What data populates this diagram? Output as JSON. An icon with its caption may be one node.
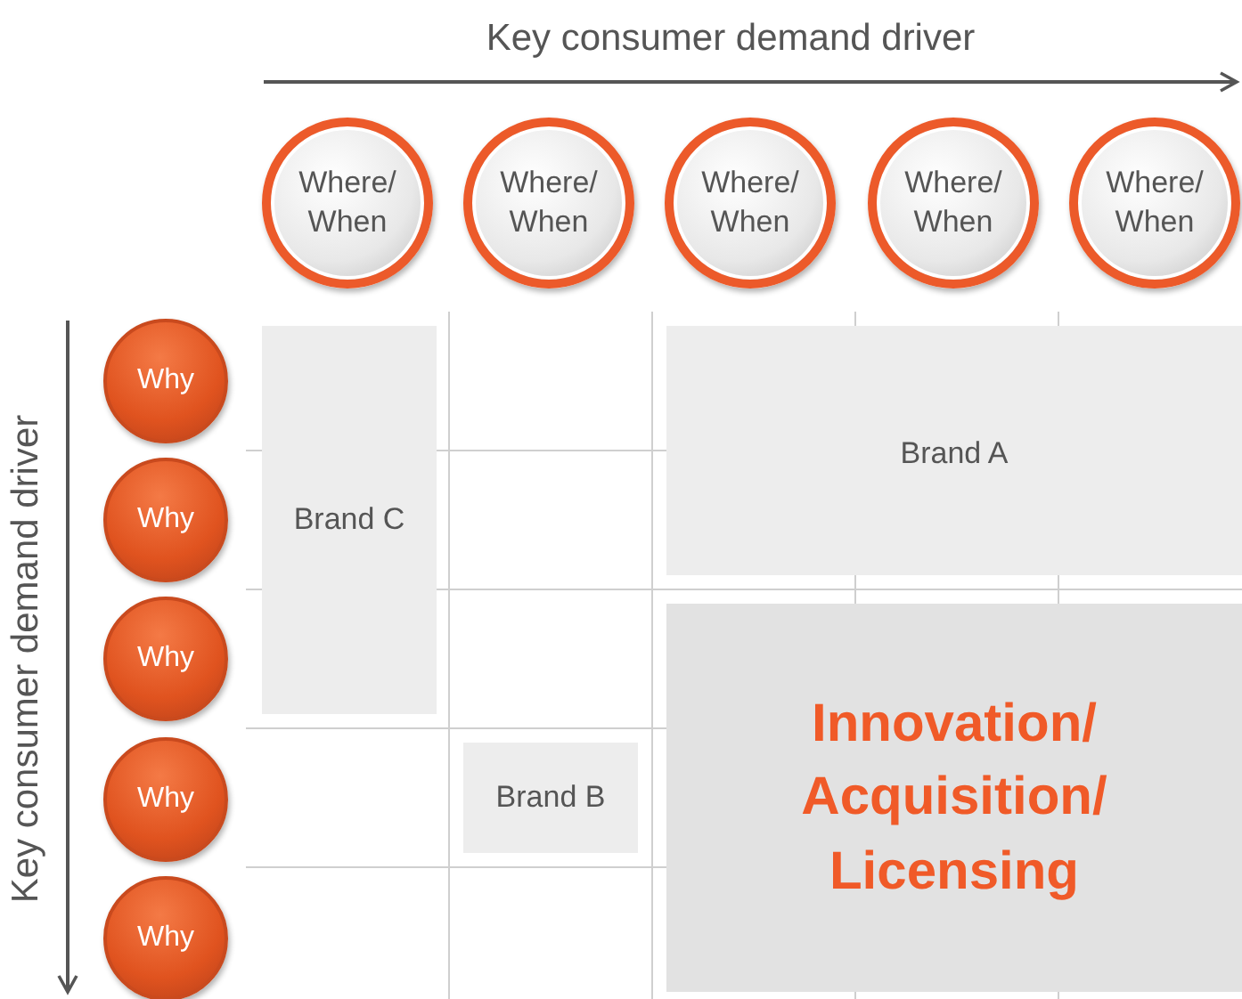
{
  "diagram": {
    "nodes": [
      {
        "text": [
          "Where/ When"
        ]
      },
      {
        "text": [
          "Where/ When"
        ]
      },
      {
        "text": [
          "Where/ When"
        ]
      },
      {
        "text": [
          "Where/ When"
        ]
      },
      {
        "text": [
          "Where/ When"
        ]
      },
      {
        "text": [
          "Why"
        ]
      },
      {
        "text": [
          "Why"
        ]
      },
      {
        "text": [
          "Why"
        ]
      },
      {
        "text": [
          "Why"
        ]
      },
      {
        "text": [
          "Why"
        ]
      },
      {
        "text": [
          "Brand C"
        ]
      },
      {
        "text": [
          "Brand A"
        ]
      },
      {
        "text": [
          "Brand B"
        ]
      },
      {
        "text": [
          "Innovation/ Acquisition/ Licensing"
        ]
      }
    ],
    "edges": [],
    "labels": [
      "Key consumer demand driver",
      "Key consumer demand driver"
    ]
  }
}
